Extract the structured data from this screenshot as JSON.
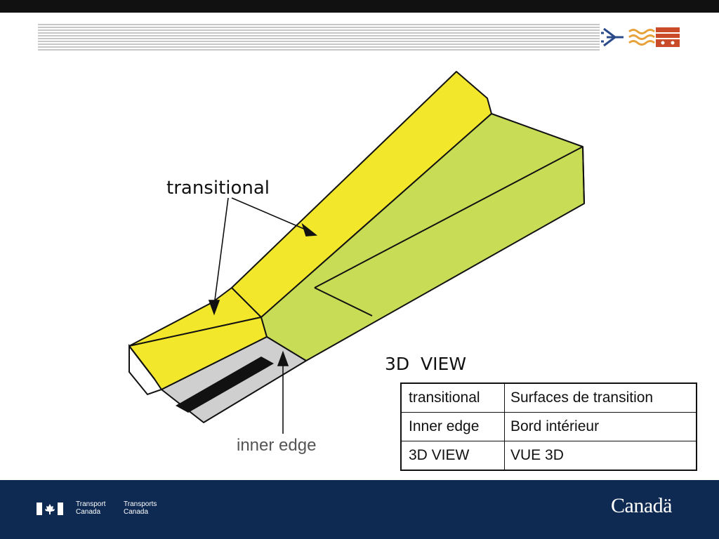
{
  "diagram": {
    "label_transitional": "transitional",
    "label_inner_edge": "inner edge",
    "label_view": "3D  VIEW",
    "colors": {
      "transitional_surface": "#f2e72a",
      "approach_surface": "#c9dc55",
      "runway_strip": "#cfcfcf",
      "runway": "#111111"
    }
  },
  "glossary": {
    "rows": [
      {
        "en": "transitional",
        "fr": "Surfaces de transition"
      },
      {
        "en": "Inner edge",
        "fr": "Bord intérieur"
      },
      {
        "en": "3D VIEW",
        "fr": "VUE 3D"
      }
    ]
  },
  "footer": {
    "fip_en_line1": "Transport",
    "fip_en_line2": "Canada",
    "fip_fr_line1": "Transports",
    "fip_fr_line2": "Canada",
    "wordmark": "Canadä"
  }
}
